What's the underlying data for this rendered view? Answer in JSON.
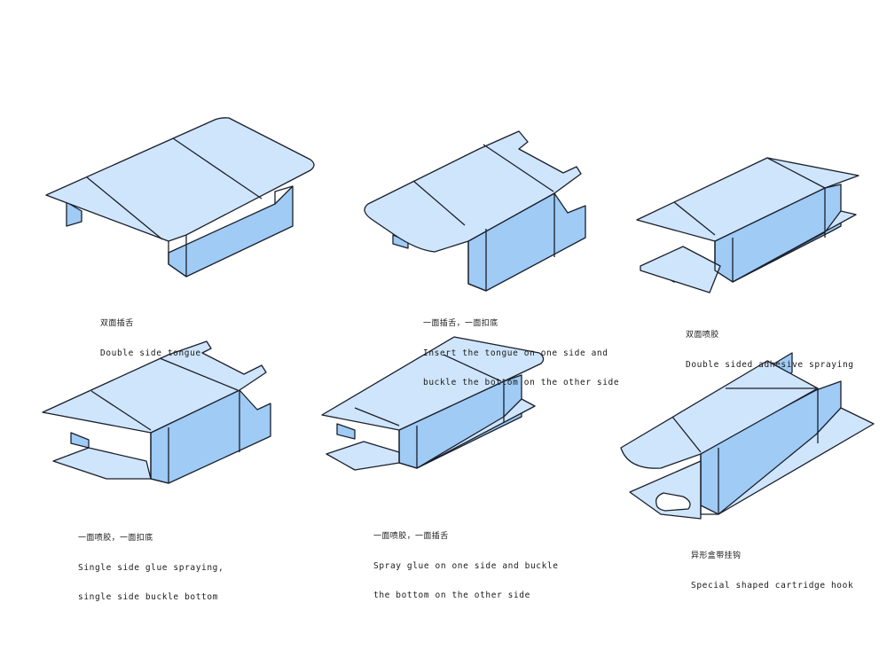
{
  "colors": {
    "top": "#cfe5fb",
    "side": "#9fcbf5",
    "stroke": "#1a1f2b",
    "background": "#ffffff"
  },
  "items": [
    {
      "zh": "双面插舌",
      "en": [
        "Double side tongue"
      ]
    },
    {
      "zh": "一面插舌，一面扣底",
      "en": [
        "Insert the tongue on one side and",
        "buckle the bottom on the other side"
      ]
    },
    {
      "zh": "双面喷胶",
      "en": [
        "Double sided adhesive spraying"
      ]
    },
    {
      "zh": "一面喷胶，一面扣底",
      "en": [
        "Single side glue spraying,",
        "single side buckle bottom"
      ]
    },
    {
      "zh": "一面喷胶，一面插舌",
      "en": [
        "Spray glue on one side and buckle",
        "the bottom on the other side"
      ]
    },
    {
      "zh": "异形盒带挂钩",
      "en": [
        "Special shaped cartridge hook"
      ]
    }
  ]
}
